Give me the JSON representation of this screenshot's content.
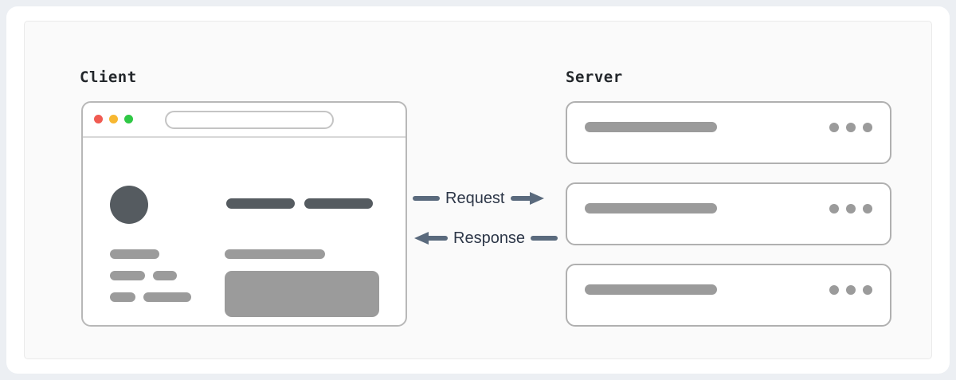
{
  "diagram": {
    "type": "client-server-request-response",
    "client": {
      "title": "Client",
      "browser_window": {
        "traffic_lights": [
          "red",
          "yellow",
          "green"
        ],
        "url_bar_value": "",
        "url_bar_placeholder": ""
      }
    },
    "server": {
      "title": "Server",
      "racks": [
        {
          "label": "",
          "indicator_dots": 3
        },
        {
          "label": "",
          "indicator_dots": 3
        },
        {
          "label": "",
          "indicator_dots": 3
        }
      ]
    },
    "flows": [
      {
        "label": "Request",
        "direction": "right",
        "from": "client",
        "to": "server"
      },
      {
        "label": "Response",
        "direction": "left",
        "from": "server",
        "to": "client"
      }
    ],
    "colors": {
      "page_background": "#eceff3",
      "card_background": "#ffffff",
      "panel_background": "#fafafa",
      "panel_border": "#eaeaea",
      "arrow": "#5a6a7d",
      "label_text": "#2d3748",
      "title_text": "#23272b",
      "placeholder_dark": "#555b60",
      "placeholder_gray": "#9b9b9b",
      "frame_border": "#b0b0b0",
      "traffic_red": "#f05b52",
      "traffic_yellow": "#f7b731",
      "traffic_green": "#2fc845"
    }
  }
}
